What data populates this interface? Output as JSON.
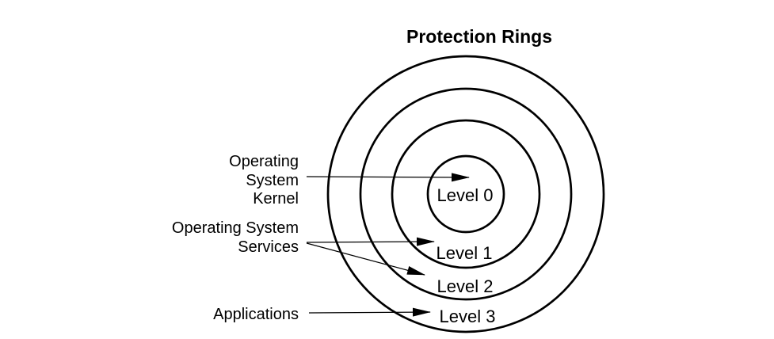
{
  "title": "Protection Rings",
  "rings": [
    {
      "label": "Level 0"
    },
    {
      "label": "Level 1"
    },
    {
      "label": "Level 2"
    },
    {
      "label": "Level 3"
    }
  ],
  "annotations": {
    "kernel": {
      "lines": [
        "Operating",
        "System",
        "Kernel"
      ],
      "points_to": "Level 0"
    },
    "services": {
      "lines": [
        "Operating System",
        "Services"
      ],
      "points_to": "Level 1, Level 2"
    },
    "applications": {
      "label": "Applications",
      "points_to": "Level 3"
    }
  },
  "colors": {
    "ink": "#000000",
    "background": "#ffffff"
  }
}
